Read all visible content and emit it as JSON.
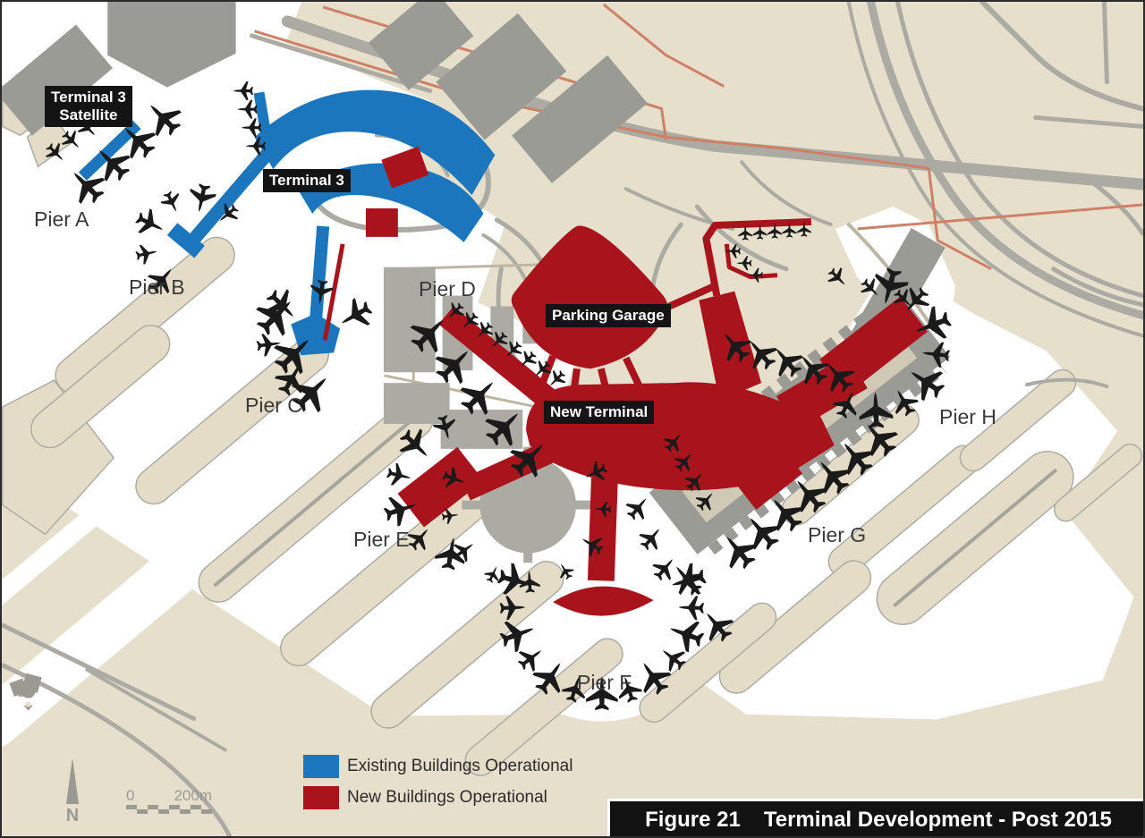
{
  "figure": {
    "number": "Figure 21",
    "title": "Terminal Development - Post 2015"
  },
  "legend": {
    "items": [
      {
        "id": "existing",
        "label": "Existing Buildings Operational",
        "color": "#1B76BD"
      },
      {
        "id": "new",
        "label": "New Buildings Operational",
        "color": "#A9131B"
      }
    ]
  },
  "scale_bar": {
    "start_label": "0",
    "end_label": "200m"
  },
  "compass": {
    "north_label": "N"
  },
  "map": {
    "boxed_labels": [
      {
        "id": "terminal3-satellite",
        "lines": [
          "Terminal 3",
          "Satellite"
        ]
      },
      {
        "id": "terminal3",
        "lines": [
          "Terminal 3"
        ]
      },
      {
        "id": "parking-garage",
        "lines": [
          "Parking Garage"
        ]
      },
      {
        "id": "new-terminal",
        "lines": [
          "New Terminal"
        ]
      }
    ],
    "pier_labels": [
      "Pier A",
      "Pier B",
      "Pier C",
      "Pier D",
      "Pier E",
      "Pier F",
      "Pier G",
      "Pier H"
    ],
    "colors": {
      "background": "#E6DFCB",
      "apron": "#FFFFFF",
      "roads": "#ABABA4",
      "buildings": "#9B9B95",
      "existing_buildings": "#1B76BD",
      "new_buildings": "#A9131B",
      "boundary_line": "#CE8166",
      "aircraft": "#1A1A1A"
    },
    "icons": [
      "airplane-icon",
      "north-arrow-icon",
      "mosque-icon",
      "map-pin-icon"
    ]
  }
}
